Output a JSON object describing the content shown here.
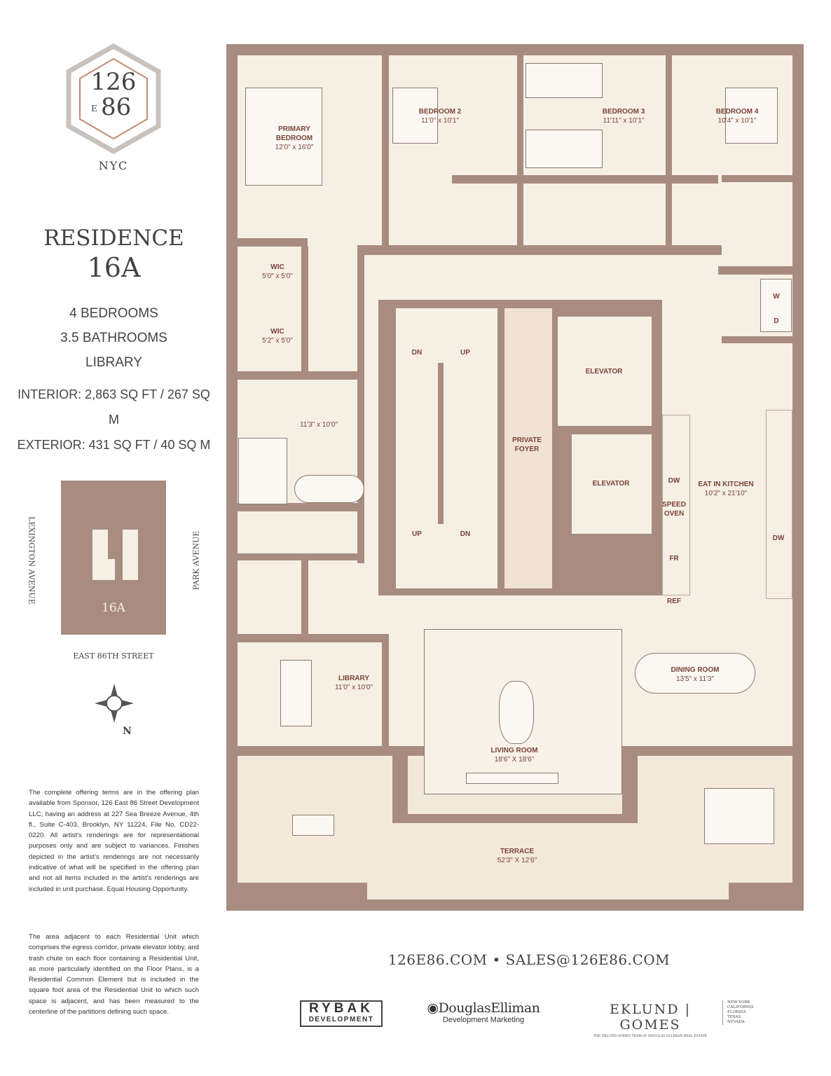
{
  "logo": {
    "line1": "126",
    "letter": "E",
    "line2": "86",
    "city": "NYC"
  },
  "residence": {
    "title": "RESIDENCE",
    "unit": "16A",
    "bedrooms": "4 BEDROOMS",
    "bathrooms": "3.5 BATHROOMS",
    "library": "LIBRARY",
    "interior": "INTERIOR: 2,863 SQ FT / 267 SQ M",
    "exterior": "EXTERIOR: 431 SQ FT / 40 SQ M"
  },
  "keyplan": {
    "west": "LEXINGTON AVENUE",
    "east": "PARK AVENUE",
    "unit": "16A",
    "south": "EAST 86TH STREET",
    "north": "N"
  },
  "colors": {
    "wall": "#a88c80",
    "floor": "#f6efe4",
    "label": "#7a4336"
  },
  "disclaimer": {
    "p1": "The complete offering terms are in the offering plan available from Sponsor, 126 East 86 Street Development LLC, having an address at 227 Sea Breeze Avenue, 4th fl., Suite C-403, Brooklyn, NY 11224, File No. CD22-0220. All artist's renderings are for representational purposes only and are subject to variances. Finishes depicted in the artist's renderings are not necessarily indicative of what will be specified in the offering plan and not all items included in the artist's renderings are included in unit purchase. Equal Housing Opportunity.",
    "p2": "The area adjacent to each Residential Unit which comprises the egress corridor, private elevator lobby, and trash chute on each floor containing a Residential Unit, as more particularly identified on the Floor Plans, is a Residential Common Element but is included in the square foot area of the Residential Unit to which such space is adjacent, and has been measured to the centerline of the partitions defining such space."
  },
  "rooms": {
    "primary": {
      "name1": "PRIMARY",
      "name2": "BEDROOM",
      "dim": "12'0\" x 16'0\""
    },
    "bed2": {
      "name": "BEDROOM 2",
      "dim": "11'0\" x 10'1\""
    },
    "bed3": {
      "name": "BEDROOM 3",
      "dim": "11'11\" x 10'1\""
    },
    "bed4": {
      "name": "BEDROOM 4",
      "dim": "10'4\" x 10'1\""
    },
    "wic1": {
      "name": "WIC",
      "dim": "5'0\" x 5'0\""
    },
    "wic2": {
      "name": "WIC",
      "dim": "5'2\" x 5'0\""
    },
    "bath": {
      "dim": "11'3\" x 10'0\""
    },
    "stairs": {
      "dn1": "DN",
      "up1": "UP",
      "up2": "UP",
      "dn2": "DN"
    },
    "foyer": {
      "name1": "PRIVATE",
      "name2": "FOYER"
    },
    "elev1": {
      "name": "ELEVATOR"
    },
    "elev2": {
      "name": "ELEVATOR"
    },
    "kitchen": {
      "name": "EAT IN KITCHEN",
      "dim": "10'2\" x 21'10\"",
      "dw1": "DW",
      "speed1": "SPEED",
      "speed2": "OVEN",
      "fr": "FR",
      "ref": "REF",
      "dw2": "DW"
    },
    "laundry": {
      "w": "W",
      "d": "D"
    },
    "library": {
      "name": "LIBRARY",
      "dim": "11'0\" x 10'0\""
    },
    "living": {
      "name": "LIVING ROOM",
      "dim": "18'6\" X 18'6\""
    },
    "dining": {
      "name": "DINING ROOM",
      "dim": "13'5\" x 11'3\""
    },
    "terrace": {
      "name": "TERRACE",
      "dim": "52'3\" X 12'6\""
    }
  },
  "contact": {
    "web": "126E86.COM",
    "sep": "•",
    "email": "SALES@126E86.COM"
  },
  "footer": {
    "rybak1": "RYBAK",
    "rybak2": "DEVELOPMENT",
    "de1": "DouglasElliman",
    "de2": "Development Marketing",
    "eg1": "EKLUND",
    "eg2": "GOMES",
    "eg3": "THE EKLUND GOMES TEAM AT DOUGLAS ELLIMAN REAL ESTATE",
    "states": [
      "NEW YORK",
      "CALIFORNIA",
      "FLORIDA",
      "TEXAS",
      "NEVADA"
    ]
  }
}
